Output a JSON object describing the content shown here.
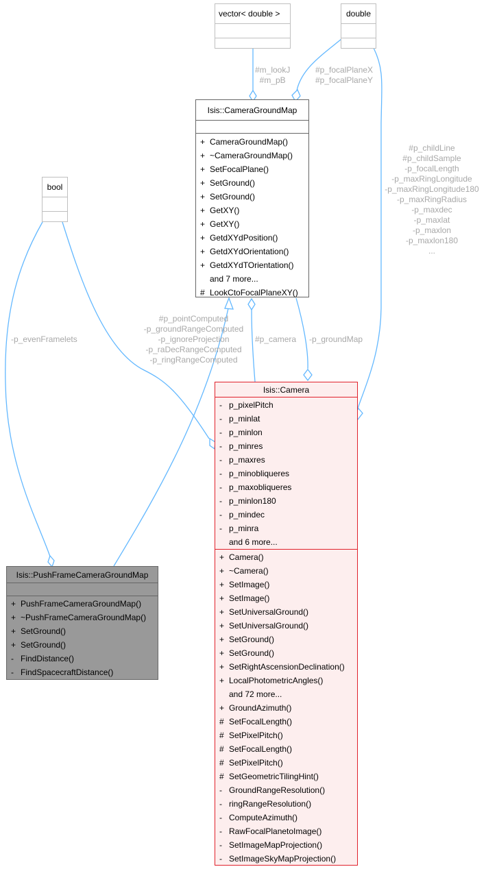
{
  "colors": {
    "edge": "#63b8ff",
    "label": "#a8a8a8",
    "focus_border": "#e0202a",
    "focus_fill": "#fdeeee",
    "base_fill": "#999999"
  },
  "nodes": {
    "vector_double": {
      "title": "vector< double >"
    },
    "double": {
      "title": "double"
    },
    "bool": {
      "title": "bool"
    },
    "camera_ground_map": {
      "title": "Isis::CameraGroundMap",
      "operations": [
        {
          "vis": "+",
          "name": "CameraGroundMap()"
        },
        {
          "vis": "+",
          "name": "~CameraGroundMap()"
        },
        {
          "vis": "+",
          "name": "SetFocalPlane()"
        },
        {
          "vis": "+",
          "name": "SetGround()"
        },
        {
          "vis": "+",
          "name": "SetGround()"
        },
        {
          "vis": "+",
          "name": "GetXY()"
        },
        {
          "vis": "+",
          "name": "GetXY()"
        },
        {
          "vis": "+",
          "name": "GetdXYdPosition()"
        },
        {
          "vis": "+",
          "name": "GetdXYdOrientation()"
        },
        {
          "vis": "+",
          "name": "GetdXYdTOrientation()"
        },
        {
          "vis": "",
          "name": "and 7 more..."
        },
        {
          "vis": "#",
          "name": "LookCtoFocalPlaneXY()"
        }
      ]
    },
    "camera": {
      "title": "Isis::Camera",
      "attributes": [
        {
          "vis": "-",
          "name": "p_pixelPitch"
        },
        {
          "vis": "-",
          "name": "p_minlat"
        },
        {
          "vis": "-",
          "name": "p_minlon"
        },
        {
          "vis": "-",
          "name": "p_minres"
        },
        {
          "vis": "-",
          "name": "p_maxres"
        },
        {
          "vis": "-",
          "name": "p_minobliqueres"
        },
        {
          "vis": "-",
          "name": "p_maxobliqueres"
        },
        {
          "vis": "-",
          "name": "p_minlon180"
        },
        {
          "vis": "-",
          "name": "p_mindec"
        },
        {
          "vis": "-",
          "name": "p_minra"
        },
        {
          "vis": "",
          "name": "and 6 more..."
        }
      ],
      "operations": [
        {
          "vis": "+",
          "name": "Camera()"
        },
        {
          "vis": "+",
          "name": "~Camera()"
        },
        {
          "vis": "+",
          "name": "SetImage()"
        },
        {
          "vis": "+",
          "name": "SetImage()"
        },
        {
          "vis": "+",
          "name": "SetUniversalGround()"
        },
        {
          "vis": "+",
          "name": "SetUniversalGround()"
        },
        {
          "vis": "+",
          "name": "SetGround()"
        },
        {
          "vis": "+",
          "name": "SetGround()"
        },
        {
          "vis": "+",
          "name": "SetRightAscensionDeclination()"
        },
        {
          "vis": "+",
          "name": "LocalPhotometricAngles()"
        },
        {
          "vis": "",
          "name": "and 72 more..."
        },
        {
          "vis": "+",
          "name": "GroundAzimuth()"
        },
        {
          "vis": "#",
          "name": "SetFocalLength()"
        },
        {
          "vis": "#",
          "name": "SetPixelPitch()"
        },
        {
          "vis": "#",
          "name": "SetFocalLength()"
        },
        {
          "vis": "#",
          "name": "SetPixelPitch()"
        },
        {
          "vis": "#",
          "name": "SetGeometricTilingHint()"
        },
        {
          "vis": "-",
          "name": "GroundRangeResolution()"
        },
        {
          "vis": "-",
          "name": "ringRangeResolution()"
        },
        {
          "vis": "-",
          "name": "ComputeAzimuth()"
        },
        {
          "vis": "-",
          "name": "RawFocalPlanetoImage()"
        },
        {
          "vis": "-",
          "name": "SetImageMapProjection()"
        },
        {
          "vis": "-",
          "name": "SetImageSkyMapProjection()"
        }
      ]
    },
    "push_frame": {
      "title": "Isis::PushFrameCameraGroundMap",
      "operations": [
        {
          "vis": "+",
          "name": "PushFrameCameraGroundMap()"
        },
        {
          "vis": "+",
          "name": "~PushFrameCameraGroundMap()"
        },
        {
          "vis": "+",
          "name": "SetGround()"
        },
        {
          "vis": "+",
          "name": "SetGround()"
        },
        {
          "vis": "-",
          "name": "FindDistance()"
        },
        {
          "vis": "-",
          "name": "FindSpacecraftDistance()"
        }
      ]
    }
  },
  "edge_labels": {
    "vector_to_cgm": [
      "#m_lookJ",
      "#m_pB"
    ],
    "double_to_cgm": [
      "#p_focalPlaneX",
      "#p_focalPlaneY"
    ],
    "double_to_camera": [
      "#p_childLine",
      "#p_childSample",
      "-p_focalLength",
      "-p_maxRingLongitude",
      "-p_maxRingLongitude180",
      "-p_maxRingRadius",
      "-p_maxdec",
      "-p_maxlat",
      "-p_maxlon",
      "-p_maxlon180",
      "..."
    ],
    "bool_to_camera": [
      "#p_pointComputed",
      "-p_groundRangeComputed",
      "-p_ignoreProjection",
      "-p_raDecRangeComputed",
      "-p_ringRangeComputed"
    ],
    "bool_to_pushframe": [
      "-p_evenFramelets"
    ],
    "camera_to_cgm": [
      "#p_camera"
    ],
    "cgm_to_camera": [
      "-p_groundMap"
    ]
  }
}
